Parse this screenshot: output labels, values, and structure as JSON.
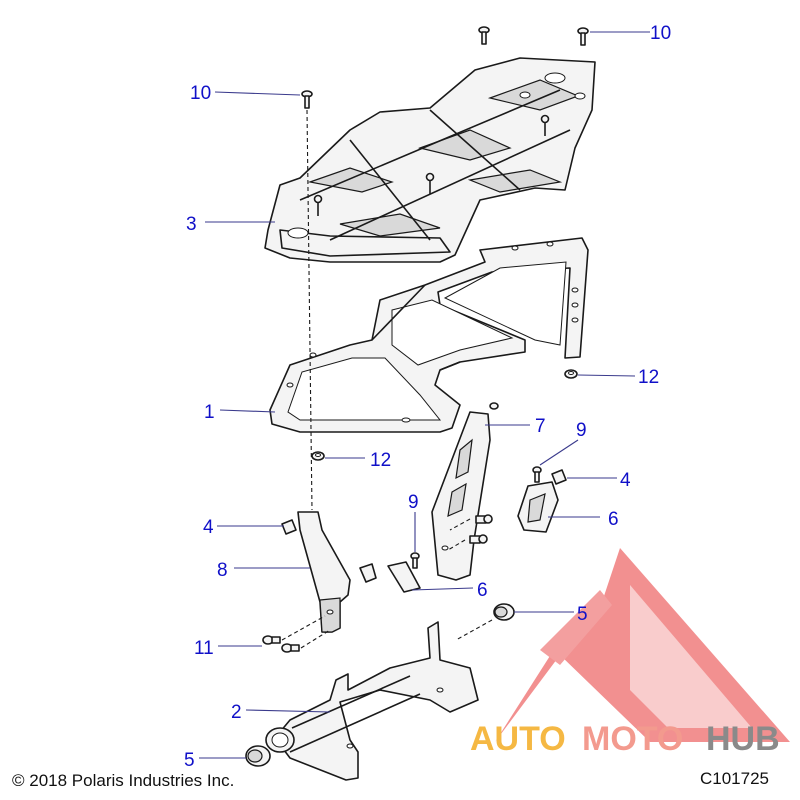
{
  "diagram": {
    "callouts": [
      {
        "id": "c-10a",
        "text": "10"
      },
      {
        "id": "c-10b",
        "text": "10"
      },
      {
        "id": "c-3",
        "text": "3"
      },
      {
        "id": "c-12a",
        "text": "12"
      },
      {
        "id": "c-1",
        "text": "1"
      },
      {
        "id": "c-7",
        "text": "7"
      },
      {
        "id": "c-9a",
        "text": "9"
      },
      {
        "id": "c-12b",
        "text": "12"
      },
      {
        "id": "c-4a",
        "text": "4"
      },
      {
        "id": "c-4b",
        "text": "4"
      },
      {
        "id": "c-6a",
        "text": "6"
      },
      {
        "id": "c-9b",
        "text": "9"
      },
      {
        "id": "c-8",
        "text": "8"
      },
      {
        "id": "c-6b",
        "text": "6"
      },
      {
        "id": "c-5a",
        "text": "5"
      },
      {
        "id": "c-11",
        "text": "11"
      },
      {
        "id": "c-2",
        "text": "2"
      },
      {
        "id": "c-5b",
        "text": "5"
      }
    ],
    "copyright": "© 2018 Polaris Industries Inc.",
    "figure_code": "C101725"
  },
  "watermark": {
    "brand_auto": "AUTO",
    "brand_moto": "MOTO",
    "brand_hub": "HUB",
    "colors": {
      "auto": "#f5b843",
      "moto": "#f39a8e",
      "hub": "#8a8a8a",
      "logo": "#ee5a5a"
    }
  },
  "colors": {
    "callout": "#1010c8",
    "leader": "#3a3a8c",
    "line": "#1a1a1a"
  }
}
